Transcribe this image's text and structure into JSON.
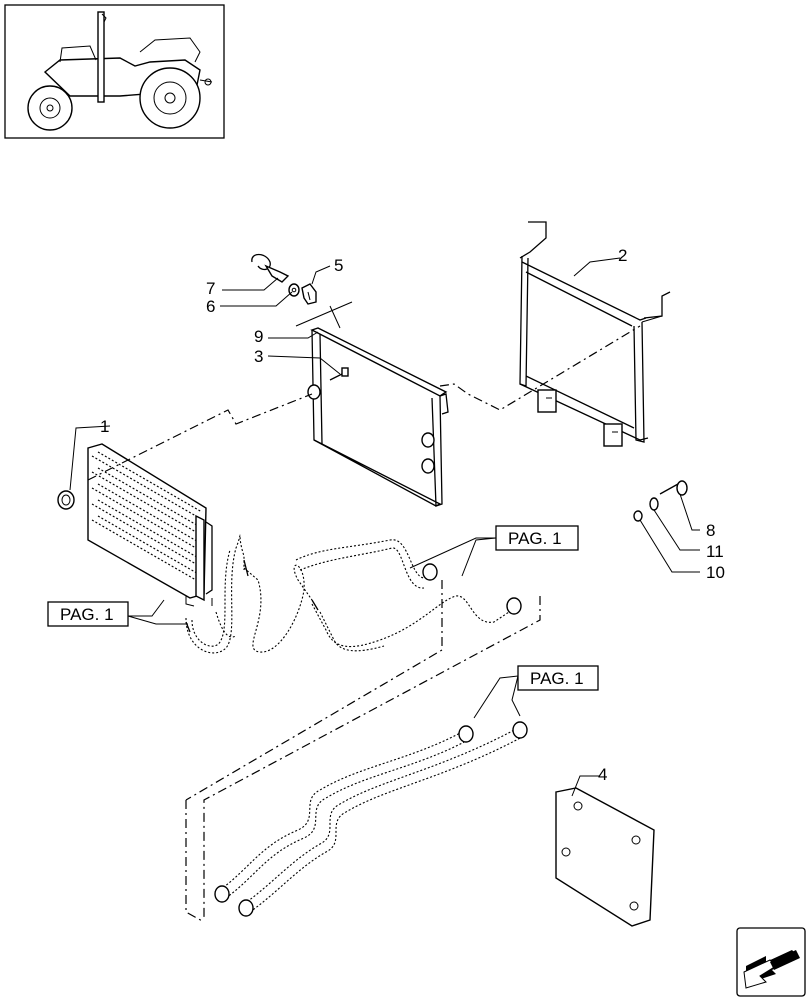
{
  "diagram": {
    "part_labels": [
      {
        "id": "1",
        "text": "1"
      },
      {
        "id": "2",
        "text": "2"
      },
      {
        "id": "3",
        "text": "3"
      },
      {
        "id": "4",
        "text": "4"
      },
      {
        "id": "5",
        "text": "5"
      },
      {
        "id": "6",
        "text": "6"
      },
      {
        "id": "7",
        "text": "7"
      },
      {
        "id": "8",
        "text": "8"
      },
      {
        "id": "9",
        "text": "9"
      },
      {
        "id": "10",
        "text": "10"
      },
      {
        "id": "11",
        "text": "11"
      }
    ],
    "page_refs": [
      {
        "id": "left",
        "text": "PAG. 1"
      },
      {
        "id": "top-right",
        "text": "PAG. 1"
      },
      {
        "id": "bottom",
        "text": "PAG. 1"
      }
    ]
  },
  "thumbnail": {
    "icon": "tractor-icon"
  },
  "navigation": {
    "icon": "next-page-arrow-icon"
  },
  "colors": {
    "line": "#000000",
    "background": "#ffffff"
  }
}
